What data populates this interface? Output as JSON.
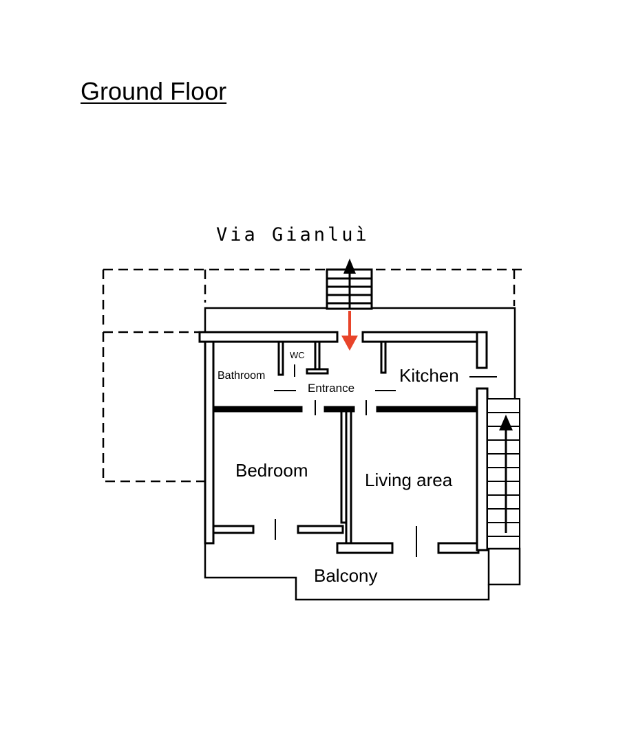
{
  "title": "Ground Floor",
  "street": "Via Gianluì",
  "rooms": {
    "bathroom": "Bathroom",
    "wc": "WC",
    "entrance": "Entrance",
    "kitchen": "Kitchen",
    "bedroom": "Bedroom",
    "living_area": "Living area",
    "balcony": "Balcony"
  },
  "colors": {
    "wall": "#000000",
    "entry_arrow": "#e8442a"
  }
}
